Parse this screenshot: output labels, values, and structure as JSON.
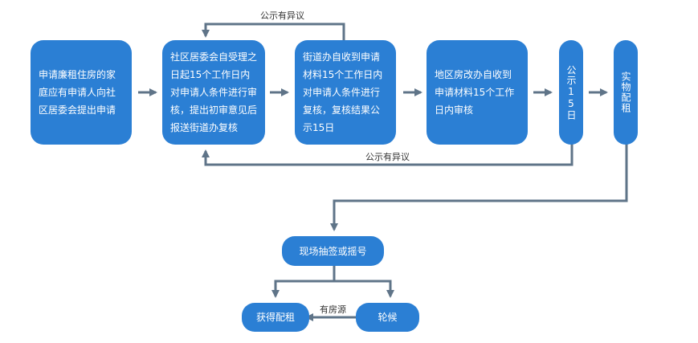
{
  "palette": {
    "node_fill": "#2b7fd4",
    "node_text": "#ffffff",
    "connector": "#5f7488",
    "label_text": "#333333"
  },
  "nodes": {
    "apply": "申请廉租住房的家庭应有申请人向社区居委会提出申请",
    "community_review": "社区居委会自受理之日起15个工作日内对申请人条件进行审核，提出初审意见后报送街道办复核",
    "street_review": "街道办自收到申请材料15个工作日内对申请人条件进行复核，复核结果公示15日",
    "district_review": "地区房改办自收到申请材料15个工作日内审核",
    "publicity": "公示15日",
    "allocation": "实物配租",
    "lottery": "现场抽签或摇号",
    "obtain": "获得配租",
    "waiting": "轮候"
  },
  "edge_labels": {
    "top_objection": "公示有异议",
    "bottom_objection": "公示有异议",
    "has_housing": "有房源"
  }
}
